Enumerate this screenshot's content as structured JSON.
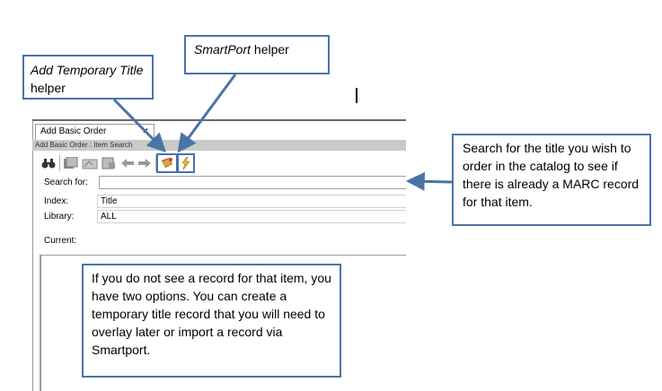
{
  "callouts": {
    "add_temporary_title": {
      "italic": "Add Temporary Title",
      "rest": " helper"
    },
    "smartport": {
      "italic": "SmartPort",
      "rest": " helper"
    },
    "search_hint": "Search for the title you wish to order in the catalog to see if there is already a MARC record for that item.",
    "options_hint": "If you do not see a record for that item, you have two options. You can create a temporary title record that you will need to overlay later or import a record via Smartport."
  },
  "window": {
    "tab_label": "Add Basic Order",
    "tab_close": "×",
    "title_strip": "Add Basic Order : Item Search"
  },
  "form": {
    "search_label": "Search for:",
    "search_value": "",
    "index_label": "Index:",
    "index_value": "Title",
    "library_label": "Library:",
    "library_value": "ALL",
    "current_label": "Current:"
  },
  "toolbar": {
    "icons": [
      "binoculars-icon",
      "record-icon",
      "record-icon",
      "record-icon",
      "back-arrow-icon",
      "forward-arrow-icon",
      "add-temporary-title-icon",
      "smartport-icon"
    ]
  },
  "colors": {
    "callout_border": "#4a74a8"
  }
}
